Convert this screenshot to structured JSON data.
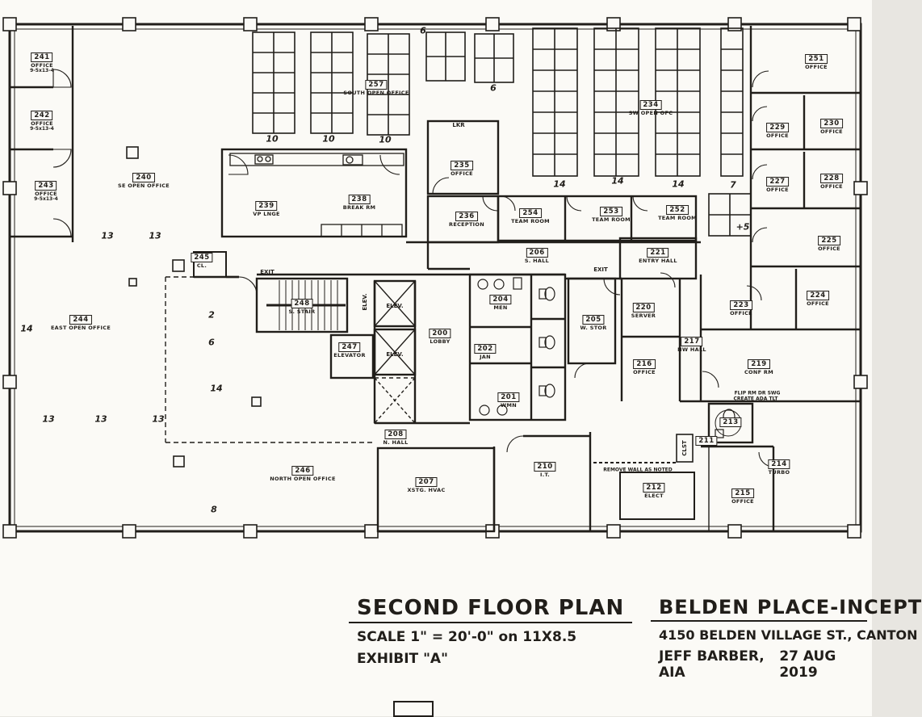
{
  "title_block_left": {
    "title": "SECOND FLOOR PLAN",
    "scale": "SCALE 1\" = 20'-0\" on 11X8.5",
    "exhibit": "EXHIBIT \"A\""
  },
  "title_block_right": {
    "project": "BELDEN PLACE-INCEPT",
    "address": "4150 BELDEN VILLAGE ST., CANTON",
    "architect": "JEFF BARBER, AIA",
    "date": "27 AUG 2019"
  },
  "rooms": [
    {
      "num": "241",
      "name": "OFFICE",
      "dims": "9-5x13-4"
    },
    {
      "num": "242",
      "name": "OFFICE",
      "dims": "9-5x13-4"
    },
    {
      "num": "243",
      "name": "OFFICE",
      "dims": "9-5x13-4"
    },
    {
      "num": "240",
      "name": "SE OPEN OFFICE"
    },
    {
      "num": "257",
      "name": "SOUTH OPEN OFFICE"
    },
    {
      "num": "239",
      "name": "VP LNGE"
    },
    {
      "num": "238",
      "name": "BREAK RM"
    },
    {
      "num": "235",
      "name": "OFFICE"
    },
    {
      "num": "236",
      "name": "RECEPTION"
    },
    {
      "num": "254",
      "name": "TEAM ROOM"
    },
    {
      "num": "253",
      "name": "TEAM ROOM"
    },
    {
      "num": "252",
      "name": "TEAM ROOM"
    },
    {
      "num": "234",
      "name": "SW OPEN OFC"
    },
    {
      "num": "251",
      "name": "OFFICE"
    },
    {
      "num": "229",
      "name": "OFFICE"
    },
    {
      "num": "230",
      "name": "OFFICE"
    },
    {
      "num": "227",
      "name": "OFFICE"
    },
    {
      "num": "228",
      "name": "OFFICE"
    },
    {
      "num": "225",
      "name": "OFFICE"
    },
    {
      "num": "223",
      "name": "OFFICE"
    },
    {
      "num": "224",
      "name": "OFFICE"
    },
    {
      "num": "219",
      "name": "CONF RM"
    },
    {
      "num": "217",
      "name": "NW HALL"
    },
    {
      "num": "220",
      "name": "SERVER"
    },
    {
      "num": "216",
      "name": "OFFICE"
    },
    {
      "num": "221",
      "name": "ENTRY HALL"
    },
    {
      "num": "206",
      "name": "S. HALL"
    },
    {
      "num": "204",
      "name": "MEN"
    },
    {
      "num": "202",
      "name": "JAN"
    },
    {
      "num": "201",
      "name": "WMN"
    },
    {
      "num": "205",
      "name": "W. STOR"
    },
    {
      "num": "200",
      "name": "LOBBY"
    },
    {
      "num": "248",
      "name": "S. STAIR"
    },
    {
      "num": "247",
      "name": "ELEVATOR"
    },
    {
      "num": "208",
      "name": "N. HALL"
    },
    {
      "num": "244",
      "name": "EAST OPEN OFFICE"
    },
    {
      "num": "245",
      "name": "CL."
    },
    {
      "num": "246",
      "name": "NORTH OPEN OFFICE"
    },
    {
      "num": "207",
      "name": "XSTG. HVAC"
    },
    {
      "num": "210",
      "name": "I.T."
    },
    {
      "num": "212",
      "name": "ELECT"
    },
    {
      "num": "211",
      "name": ""
    },
    {
      "num": "213",
      "name": ""
    },
    {
      "num": "214",
      "name": "TURBO"
    },
    {
      "num": "215",
      "name": "OFFICE"
    }
  ],
  "annotations": {
    "lkr": "LKR",
    "clst": "CLST",
    "exit1": "EXIT",
    "exit2": "EXIT",
    "elev1": "ELEV.",
    "elev2": "ELEV.",
    "elev_vert": "ELEV.",
    "note_remove_wall": "REMOVE WALL AS NOTED",
    "note_ada_1": "FLIP RM DR SWG",
    "note_ada_2": "CREATE ADA TLT",
    "counts": [
      "10",
      "10",
      "10",
      "6",
      "6",
      "14",
      "14",
      "14",
      "7",
      "+5",
      "2",
      "6",
      "14",
      "14",
      "13",
      "13",
      "13",
      "13",
      "13",
      "8"
    ]
  },
  "colors": {
    "ink": "#211e1a",
    "paper": "#fbfaf6"
  }
}
